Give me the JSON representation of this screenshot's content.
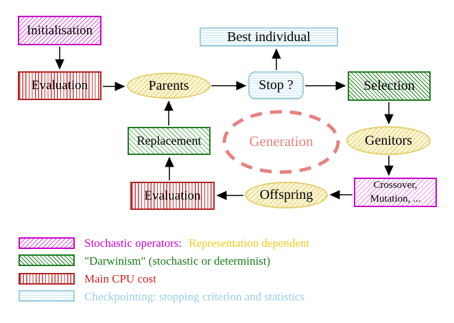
{
  "diagram": {
    "nodes": {
      "initialisation": {
        "label": "Initialisation"
      },
      "evaluation_top": {
        "label": "Evaluation"
      },
      "parents": {
        "label": "Parents"
      },
      "best_individual": {
        "label": "Best individual"
      },
      "stop": {
        "label": "Stop ?"
      },
      "selection": {
        "label": "Selection"
      },
      "replacement": {
        "label": "Replacement"
      },
      "generation": {
        "label": "Generation"
      },
      "genitors": {
        "label": "Genitors"
      },
      "evaluation_bottom": {
        "label": "Evaluation"
      },
      "offspring": {
        "label": "Offspring"
      },
      "crossover_mutation": {
        "line1": "Crossover,",
        "line2": "Mutation, ..."
      }
    },
    "edges": [
      {
        "from": "initialisation",
        "to": "evaluation_top"
      },
      {
        "from": "evaluation_top",
        "to": "parents"
      },
      {
        "from": "parents",
        "to": "stop"
      },
      {
        "from": "stop",
        "to": "best_individual"
      },
      {
        "from": "stop",
        "to": "selection"
      },
      {
        "from": "selection",
        "to": "genitors"
      },
      {
        "from": "genitors",
        "to": "crossover_mutation"
      },
      {
        "from": "crossover_mutation",
        "to": "offspring"
      },
      {
        "from": "offspring",
        "to": "evaluation_bottom"
      },
      {
        "from": "evaluation_bottom",
        "to": "replacement"
      },
      {
        "from": "replacement",
        "to": "parents"
      }
    ],
    "colors": {
      "magenta": "#cc00cc",
      "red": "#b22222",
      "green": "#1f7a1f",
      "light_blue": "#a3cede",
      "yellow_border": "#e3cf6b",
      "yellow_fill": "#fbf6d8",
      "salmon": "#e88181",
      "arrow": "#000000"
    }
  },
  "legend": {
    "items": [
      {
        "swatch": "magenta-diagonal-hatch",
        "label": "Stochastic operators:",
        "label_color": "#cc00cc",
        "label_suffix": "Representation dependent",
        "suffix_color": "#eecc22"
      },
      {
        "swatch": "green-diagonal-hatch",
        "label": "\"Darwinism\" (stochastic or determinist)",
        "label_color": "#1a7a1a"
      },
      {
        "swatch": "red-vertical-hatch",
        "label": "Main CPU cost",
        "label_color": "#cc2222"
      },
      {
        "swatch": "blue-horizontal-hatch",
        "label": "Checkpointing: stopping criterion and statistics",
        "label_color": "#9acde4"
      }
    ]
  }
}
